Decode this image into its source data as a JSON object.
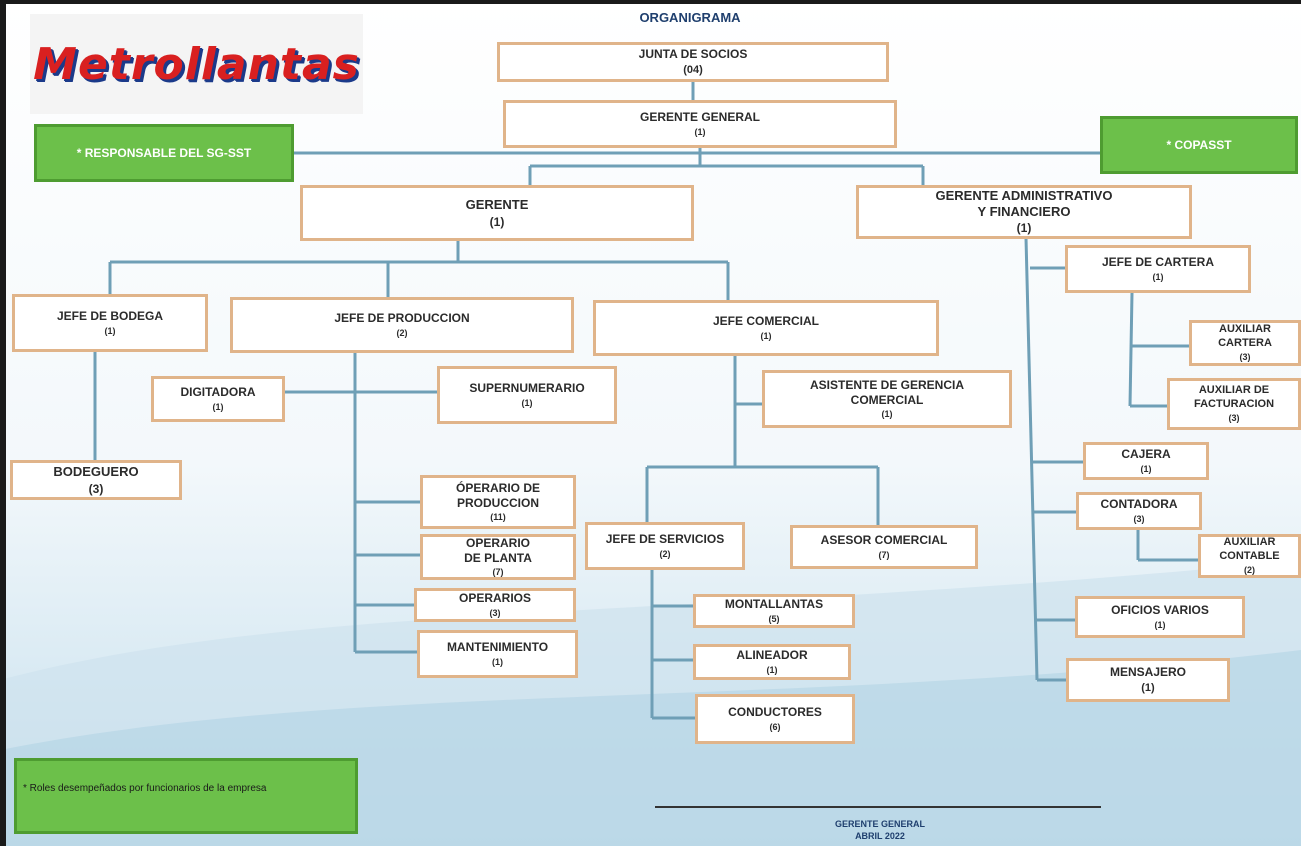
{
  "header": {
    "title": "ORGANIGRAMA",
    "logo_text": "Metrollantas"
  },
  "side_roles": {
    "sg_sst": "* RESPONSABLE DEL SG-SST",
    "copasst": "* COPASST"
  },
  "org": {
    "junta": {
      "title": "JUNTA DE SOCIOS",
      "count": "(04)"
    },
    "gerente_general": {
      "title": "GERENTE GENERAL",
      "count": "(1)"
    },
    "gerente": {
      "title": "GERENTE",
      "count": "(1)"
    },
    "gerente_admin": {
      "title": "GERENTE ADMINISTRATIVO\nY FINANCIERO",
      "count": "(1)"
    },
    "jefe_bodega": {
      "title": "JEFE DE BODEGA",
      "count": "(1)"
    },
    "bodeguero": {
      "title": "BODEGUERO",
      "count": "(3)"
    },
    "jefe_produccion": {
      "title": "JEFE DE PRODUCCION",
      "count": "(2)"
    },
    "digitadora": {
      "title": "DIGITADORA",
      "count": "(1)"
    },
    "supernumerario": {
      "title": "SUPERNUMERARIO",
      "count": "(1)"
    },
    "operario_produccion": {
      "title": "ÓPERARIO DE\nPRODUCCION",
      "count": "(11)"
    },
    "operario_planta": {
      "title": "OPERARIO\nDE PLANTA",
      "count": "(7)"
    },
    "operarios": {
      "title": "OPERARIOS",
      "count": "(3)"
    },
    "mantenimiento": {
      "title": "MANTENIMIENTO",
      "count": "(1)"
    },
    "jefe_comercial": {
      "title": "JEFE COMERCIAL",
      "count": "(1)"
    },
    "asistente_comercial": {
      "title": "ASISTENTE DE GERENCIA\nCOMERCIAL",
      "count": "(1)"
    },
    "jefe_servicios": {
      "title": "JEFE DE SERVICIOS",
      "count": "(2)"
    },
    "asesor_comercial": {
      "title": "ASESOR COMERCIAL",
      "count": "(7)"
    },
    "montallantas": {
      "title": "MONTALLANTAS",
      "count": "(5)"
    },
    "alineador": {
      "title": "ALINEADOR",
      "count": "(1)"
    },
    "conductores": {
      "title": "CONDUCTORES",
      "count": "(6)"
    },
    "jefe_cartera": {
      "title": "JEFE DE CARTERA",
      "count": "(1)"
    },
    "auxiliar_cartera": {
      "title": "AUXILIAR\nCARTERA",
      "count": "(3)"
    },
    "auxiliar_facturacion": {
      "title": "AUXILIAR DE\nFACTURACION",
      "count": "(3)"
    },
    "cajera": {
      "title": "CAJERA",
      "count": "(1)"
    },
    "contadora": {
      "title": "CONTADORA",
      "count": "(3)"
    },
    "auxiliar_contable": {
      "title": "AUXILIAR\nCONTABLE",
      "count": "(2)"
    },
    "oficios_varios": {
      "title": "OFICIOS VARIOS",
      "count": "(1)"
    },
    "mensajero": {
      "title": "MENSAJERO",
      "count": "(1)"
    }
  },
  "footer": {
    "note": "* Roles desempeñados por funcionarios de la empresa",
    "signature_role": "GERENTE GENERAL",
    "signature_date": "ABRIL 2022"
  },
  "colors": {
    "box_border": "#e0b48a",
    "connector": "#6f9fb6",
    "green": "#6cc04a",
    "title": "#1f3f6e"
  }
}
